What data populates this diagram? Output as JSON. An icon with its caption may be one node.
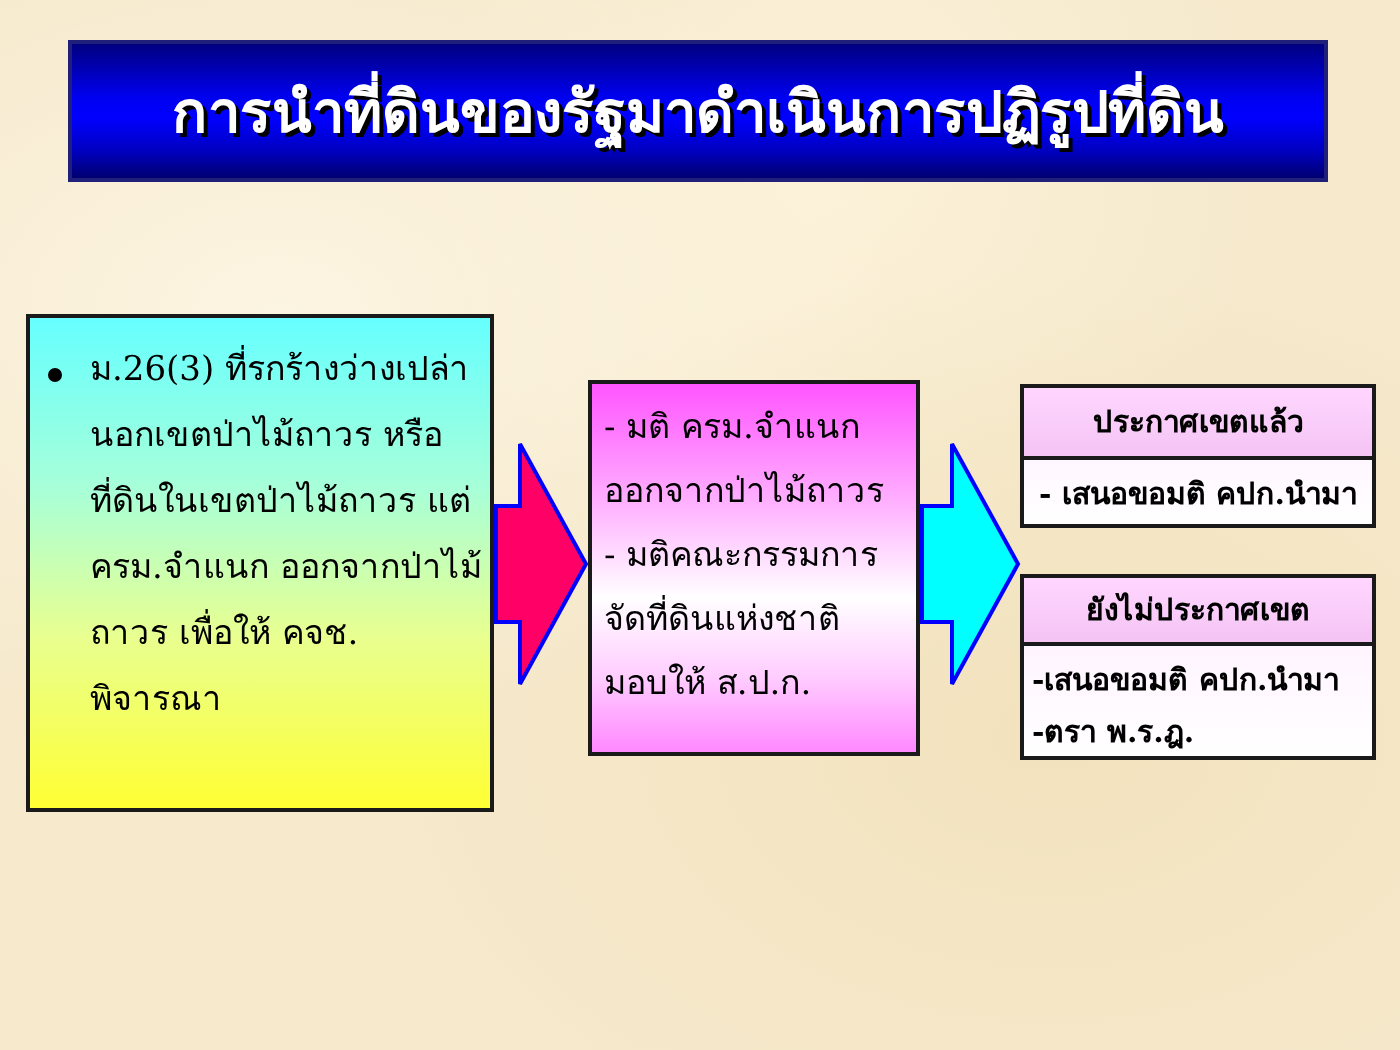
{
  "diagram": {
    "title": "การนำที่ดินของรัฐมาดำเนินการปฏิรูปที่ดิน",
    "nodes": [
      {
        "text": [
          "ม.26(3) ที่รกร้างว่างเปล่านอกเขตป่าไม้ถาวร หรือที่ดินในเขตป่าไม้ถาวร แต่ ครม.จำแนก ออกจากป่าไม้ถาวร เพื่อให้ คจช. พิจารณา"
        ]
      },
      {
        "text": [
          "- มติ ครม.จำแนก ออกจากป่าไม้ถาวร",
          "- มติคณะกรรมการจัดที่ดินแห่งชาติ มอบให้ ส.ป.ก."
        ]
      },
      {
        "text": [
          "ประกาศเขตแล้ว",
          "- เสนอขอมติ คปก.นำมา"
        ]
      },
      {
        "text": [
          "ยังไม่ประกาศเขต",
          "-เสนอขอมติ คปก.นำมา",
          "-ตรา พ.ร.ฎ."
        ]
      }
    ],
    "edges": [
      {
        "from": 0,
        "to": 1,
        "arrow": "to",
        "color": "#ff0066"
      },
      {
        "from": 1,
        "to": 2,
        "arrow": "to",
        "color": "#00ffff"
      },
      {
        "from": 1,
        "to": 3,
        "arrow": "to",
        "color": "#00ffff"
      }
    ]
  }
}
